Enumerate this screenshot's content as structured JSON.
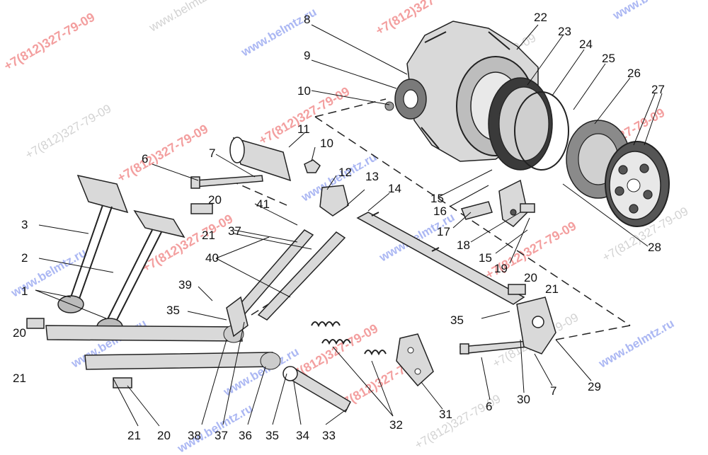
{
  "callouts": [
    {
      "id": "8",
      "t": "8"
    },
    {
      "id": "9",
      "t": "9"
    },
    {
      "id": "10a",
      "t": "10"
    },
    {
      "id": "11",
      "t": "11"
    },
    {
      "id": "10b",
      "t": "10"
    },
    {
      "id": "12",
      "t": "12"
    },
    {
      "id": "13",
      "t": "13"
    },
    {
      "id": "14",
      "t": "14"
    },
    {
      "id": "22",
      "t": "22"
    },
    {
      "id": "23",
      "t": "23"
    },
    {
      "id": "24",
      "t": "24"
    },
    {
      "id": "25",
      "t": "25"
    },
    {
      "id": "26",
      "t": "26"
    },
    {
      "id": "27",
      "t": "27"
    },
    {
      "id": "28",
      "t": "28"
    },
    {
      "id": "6a",
      "t": "6"
    },
    {
      "id": "7a",
      "t": "7"
    },
    {
      "id": "20a",
      "t": "20"
    },
    {
      "id": "21a",
      "t": "21"
    },
    {
      "id": "41",
      "t": "41"
    },
    {
      "id": "37a",
      "t": "37"
    },
    {
      "id": "3",
      "t": "3"
    },
    {
      "id": "2",
      "t": "2"
    },
    {
      "id": "1",
      "t": "1"
    },
    {
      "id": "40",
      "t": "40"
    },
    {
      "id": "39",
      "t": "39"
    },
    {
      "id": "35a",
      "t": "35"
    },
    {
      "id": "20b",
      "t": "20"
    },
    {
      "id": "21b",
      "t": "21"
    },
    {
      "id": "15a",
      "t": "15"
    },
    {
      "id": "16",
      "t": "16"
    },
    {
      "id": "17",
      "t": "17"
    },
    {
      "id": "18",
      "t": "18"
    },
    {
      "id": "15b",
      "t": "15"
    },
    {
      "id": "19",
      "t": "19"
    },
    {
      "id": "20c",
      "t": "20"
    },
    {
      "id": "21c",
      "t": "21"
    },
    {
      "id": "35b",
      "t": "35"
    },
    {
      "id": "21d",
      "t": "21"
    },
    {
      "id": "20d",
      "t": "20"
    },
    {
      "id": "38",
      "t": "38"
    },
    {
      "id": "37b",
      "t": "37"
    },
    {
      "id": "36",
      "t": "36"
    },
    {
      "id": "35c",
      "t": "35"
    },
    {
      "id": "34",
      "t": "34"
    },
    {
      "id": "33",
      "t": "33"
    },
    {
      "id": "32",
      "t": "32"
    },
    {
      "id": "31",
      "t": "31"
    },
    {
      "id": "6b",
      "t": "6"
    },
    {
      "id": "30",
      "t": "30"
    },
    {
      "id": "7b",
      "t": "7"
    },
    {
      "id": "29",
      "t": "29"
    }
  ],
  "watermarks": {
    "site": "www.belmtz.ru",
    "phone": "+7(812)327-79-09"
  }
}
